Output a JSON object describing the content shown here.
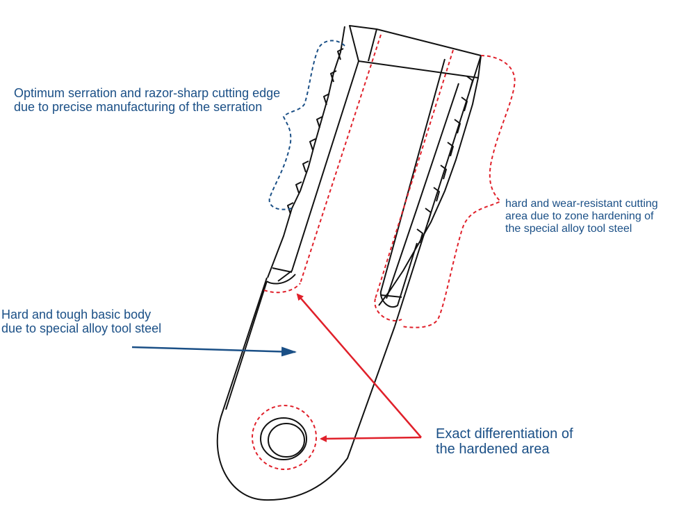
{
  "labels": {
    "serration": [
      "Optimum serration and razor-sharp cutting edge",
      "due to precise manufacturing of the serration"
    ],
    "hard_cutting": [
      "hard and wear-resistant cutting",
      "area due to zone hardening of",
      "the special alloy tool steel"
    ],
    "basic_body": [
      "Hard and tough basic body",
      "due to special alloy tool steel"
    ],
    "differentiation": [
      "Exact differentiation of",
      "the hardened area"
    ]
  },
  "colors": {
    "outline": "#111111",
    "blue_callout": "#1a4f86",
    "red_callout": "#e0202a",
    "text": "#1a4f86"
  }
}
